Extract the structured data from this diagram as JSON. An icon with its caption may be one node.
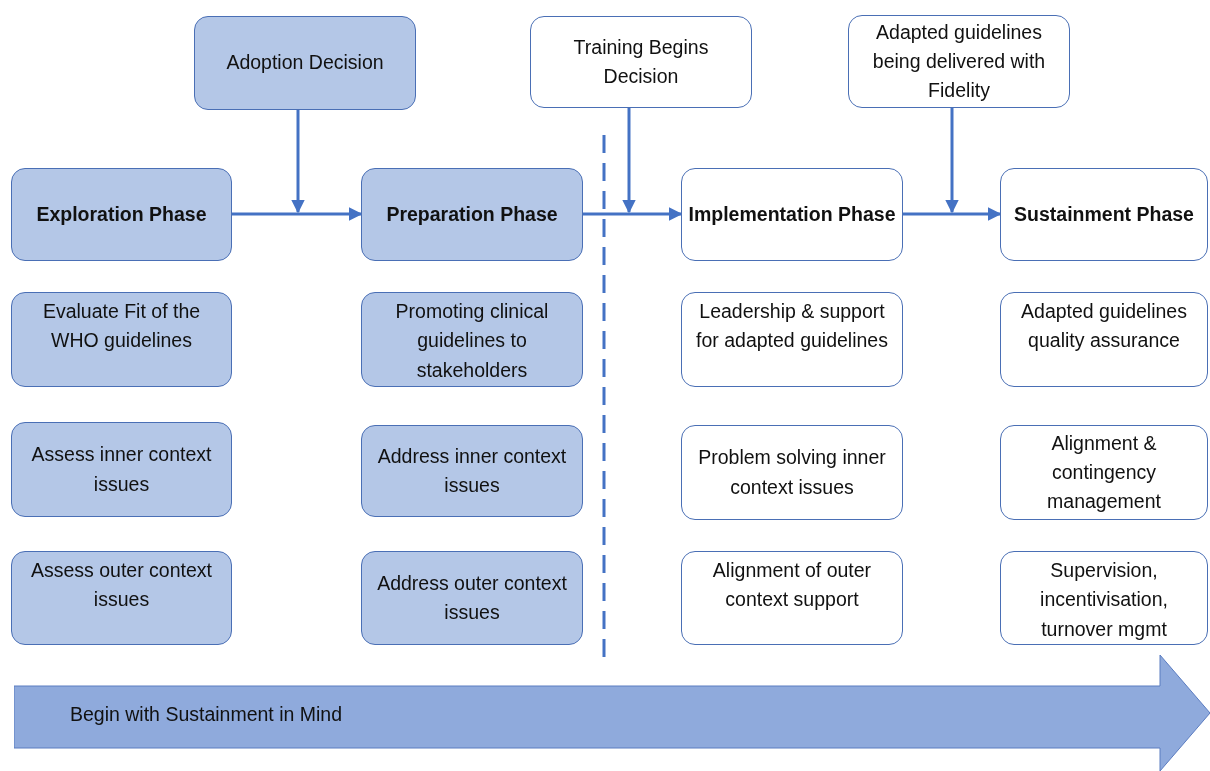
{
  "diagram": {
    "nodes": [
      {
        "text": [
          "Adoption Decision"
        ]
      },
      {
        "text": [
          "Training Begins Decision"
        ]
      },
      {
        "text": [
          "Adapted guidelines being delivered with Fidelity"
        ]
      },
      {
        "text": [
          "Exploration Phase"
        ]
      },
      {
        "text": [
          "Preparation Phase"
        ]
      },
      {
        "text": [
          "Implementation Phase"
        ]
      },
      {
        "text": [
          "Sustainment Phase"
        ]
      },
      {
        "text": [
          "Evaluate Fit of the WHO guidelines"
        ]
      },
      {
        "text": [
          "Promoting clinical guidelines to stakeholders"
        ]
      },
      {
        "text": [
          "Leadership & support for adapted guidelines"
        ]
      },
      {
        "text": [
          "Adapted guidelines quality assurance"
        ]
      },
      {
        "text": [
          "Assess inner context issues"
        ]
      },
      {
        "text": [
          "Address inner context issues"
        ]
      },
      {
        "text": [
          "Problem solving inner context issues"
        ]
      },
      {
        "text": [
          "Alignment & contingency management"
        ]
      },
      {
        "text": [
          "Assess outer context issues"
        ]
      },
      {
        "text": [
          "Address outer context issues"
        ]
      },
      {
        "text": [
          "Alignment of outer context support"
        ]
      },
      {
        "text": [
          "Supervision, incentivisation, turnover mgmt"
        ]
      },
      {
        "text": [
          "Begin with Sustainment in Mind"
        ]
      }
    ],
    "edges": [
      {
        "from": 3,
        "to": 4,
        "arrow": "to"
      },
      {
        "from": 4,
        "to": 5,
        "arrow": "to"
      },
      {
        "from": 5,
        "to": 6,
        "arrow": "to"
      },
      {
        "from": 0,
        "to": null,
        "arrow": "to"
      },
      {
        "from": 1,
        "to": null,
        "arrow": "to"
      },
      {
        "from": 2,
        "to": null,
        "arrow": "to"
      }
    ]
  }
}
